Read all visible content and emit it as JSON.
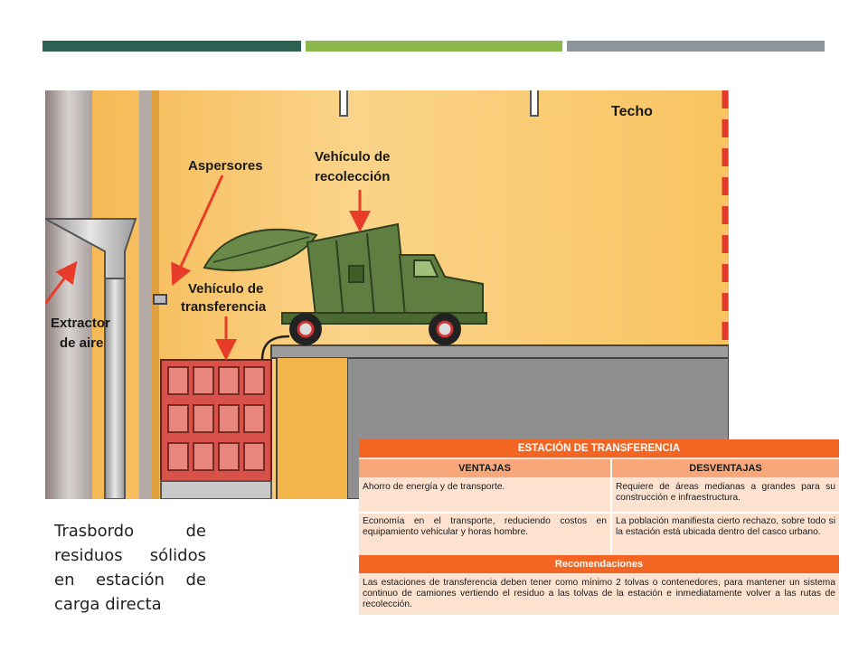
{
  "accent_bars": [
    "#2e6152",
    "#8ab84a",
    "#8c959c"
  ],
  "diagram": {
    "labels": {
      "techo": "Techo",
      "aspersores": "Aspersores",
      "vehiculo_recoleccion_1": "Vehículo de",
      "vehiculo_recoleccion_2": "recolección",
      "vehiculo_transferencia_1": "Vehículo de",
      "vehiculo_transferencia_2": "transferencia",
      "extractor_1": "Extractor",
      "extractor_2": "de aire"
    }
  },
  "caption": {
    "lines": [
      "Trasbordo de",
      "residuos sólidos",
      "en estación de",
      "carga directa"
    ]
  },
  "table": {
    "title": "ESTACIÓN DE TRANSFERENCIA",
    "col_ventajas": "VENTAJAS",
    "col_desventajas": "DESVENTAJAS",
    "rows": [
      {
        "ventaja": "Ahorro de energía y de transporte.",
        "desventaja": "Requiere de áreas medianas a grandes para su construcción e infraestructura."
      },
      {
        "ventaja": "Economía en el transporte, reduciendo costos en equipamiento vehicular y horas hombre.",
        "desventaja": "La población manifiesta cierto rechazo, sobre todo si la estación está ubicada dentro del casco urbano."
      }
    ],
    "recomendaciones_title": "Recomendaciones",
    "recomendaciones_text": "Las estaciones de transferencia deben tener como mínimo 2 tolvas o contenedores, para mantener un sistema continuo de camiones vertiendo el residuo a las tolvas de la estación e inmediatamente volver a las rutas de recolección."
  }
}
